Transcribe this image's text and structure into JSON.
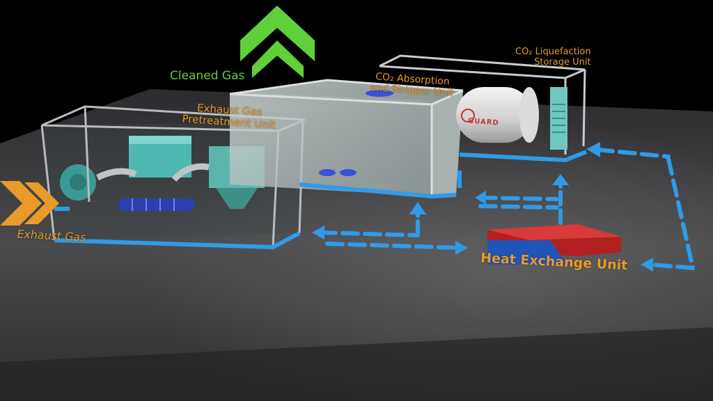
{
  "labels": {
    "exhaust_gas": "Exhaust Gas",
    "cleaned_gas": "Cleaned Gas",
    "pretreatment_line1": "Exhaust Gas",
    "pretreatment_line2": "Pretreatment Unit",
    "absorption_line1": "CO₂ Absorption",
    "absorption_line2": "and Stripper Unit",
    "liquefaction_line1": "CO₂ Liquefaction",
    "liquefaction_line2": "Storage Unit",
    "heat_exchange": "Heat Exchange Unit",
    "logo": "GUARD"
  },
  "colors": {
    "background": "#000000",
    "floor": "#3a3a3c",
    "flow_lines": "#2f9be8",
    "label_orange": "#e89a2a",
    "cleaned_gas_green": "#5fd03a",
    "hx_red": "#b32020",
    "hx_blue": "#2255b8"
  },
  "icons": [
    "exhaust-inlet-chevrons-icon",
    "cleaned-gas-up-arrows-icon"
  ]
}
